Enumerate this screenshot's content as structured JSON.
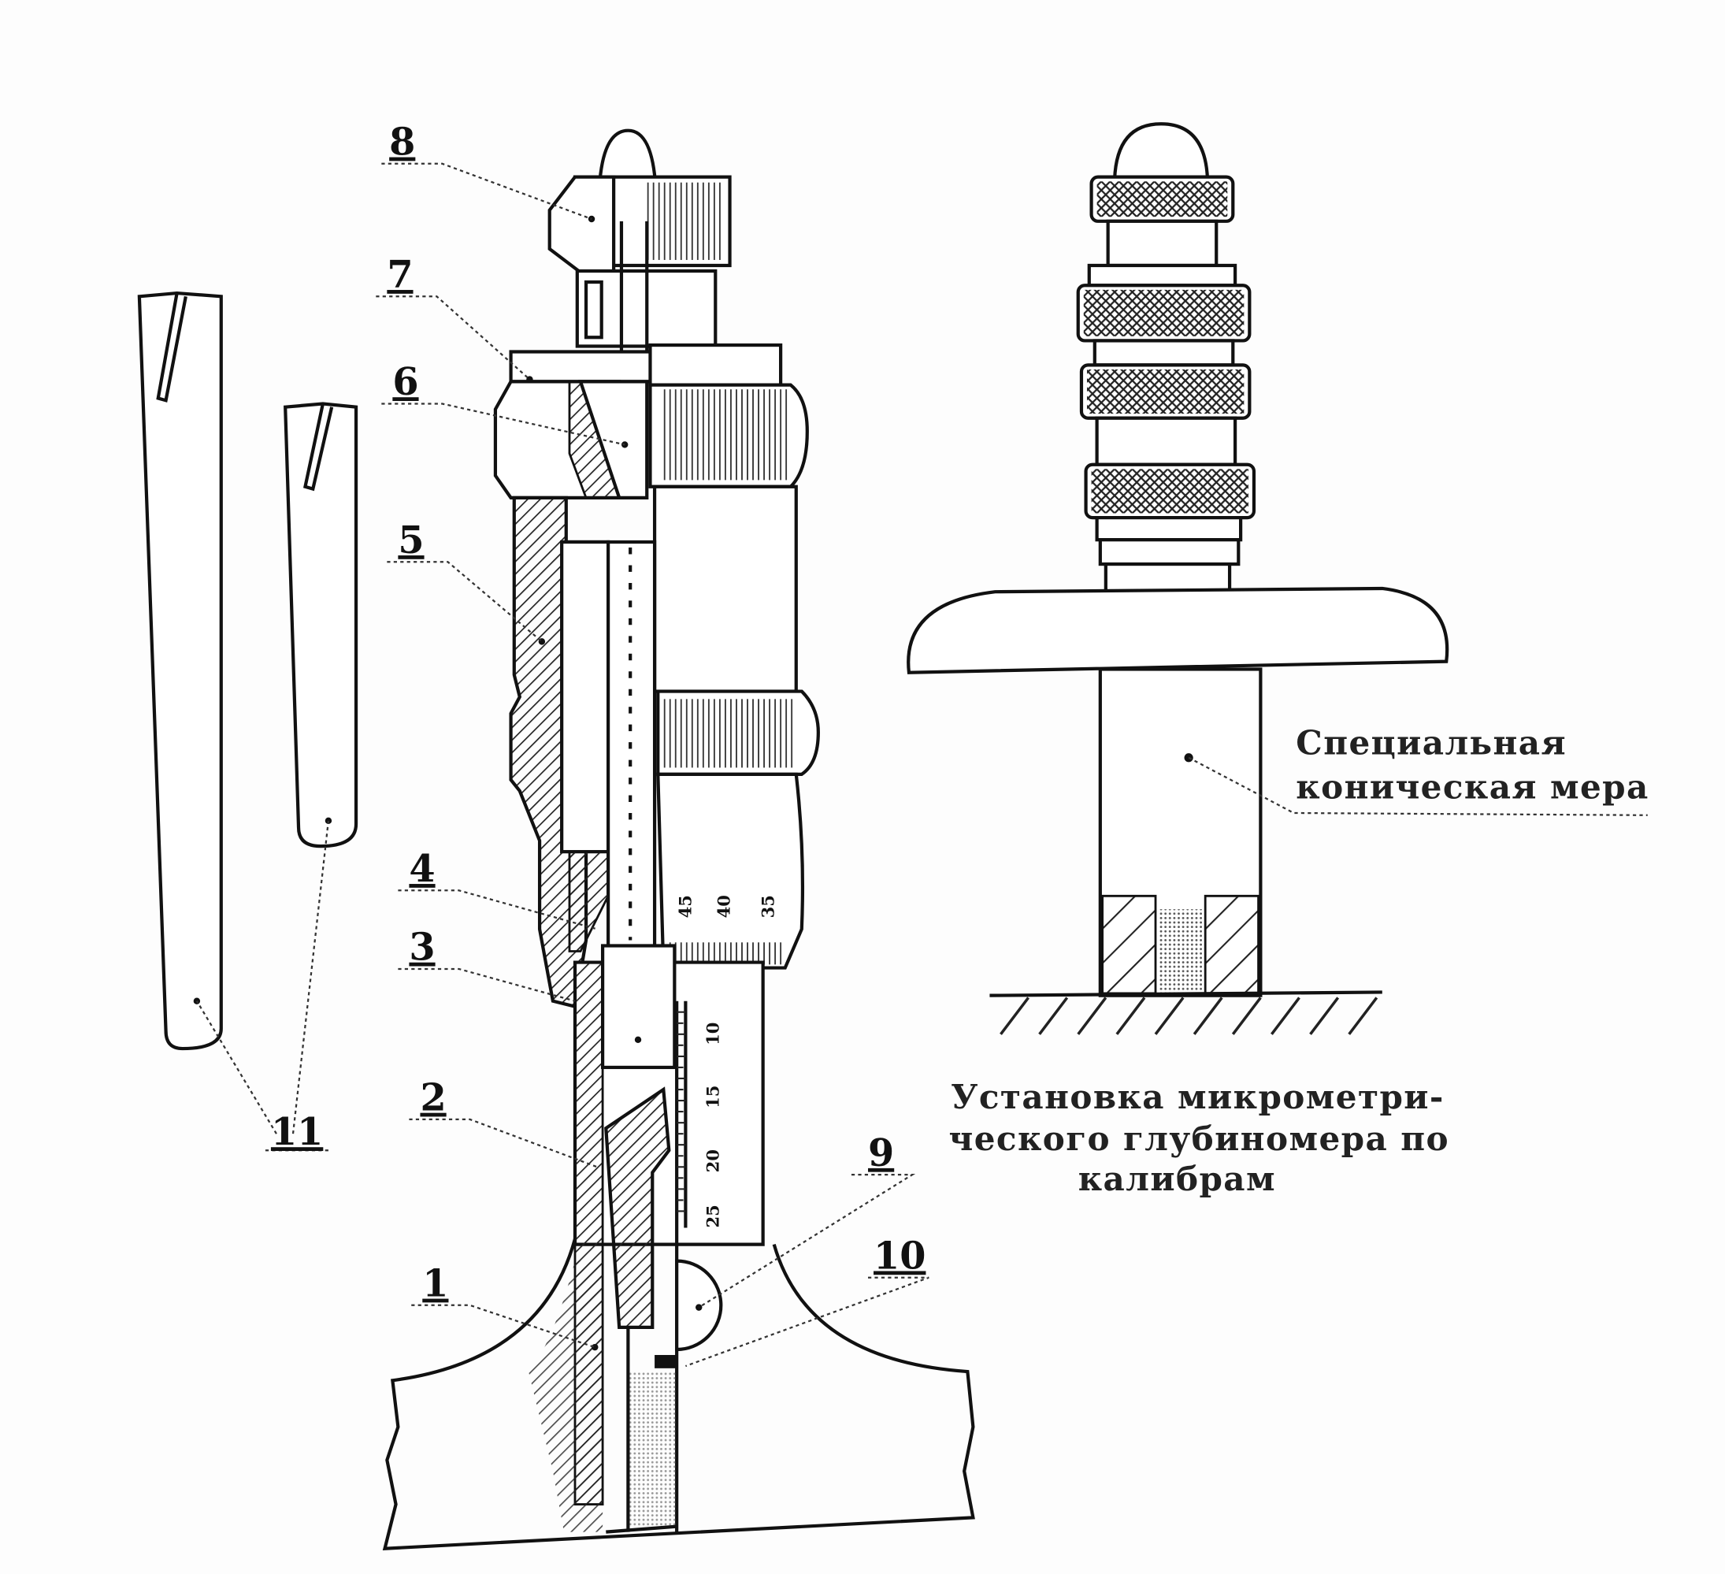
{
  "figure": {
    "part_labels": {
      "p1": "1",
      "p2": "2",
      "p3": "3",
      "p4": "4",
      "p5": "5",
      "p6": "6",
      "p7": "7",
      "p8": "8",
      "p9": "9",
      "p10": "10",
      "p11": "11"
    },
    "thimble_scale": [
      "45",
      "40",
      "35"
    ],
    "stem_scale": [
      "10",
      "15",
      "20",
      "25"
    ],
    "gauge_label": {
      "line1": "Специальная",
      "line2": "коническая мера"
    },
    "caption": {
      "line1": "Установка микрометри-",
      "line2": "ческого глубиномера по",
      "line3": "калибрам"
    }
  }
}
